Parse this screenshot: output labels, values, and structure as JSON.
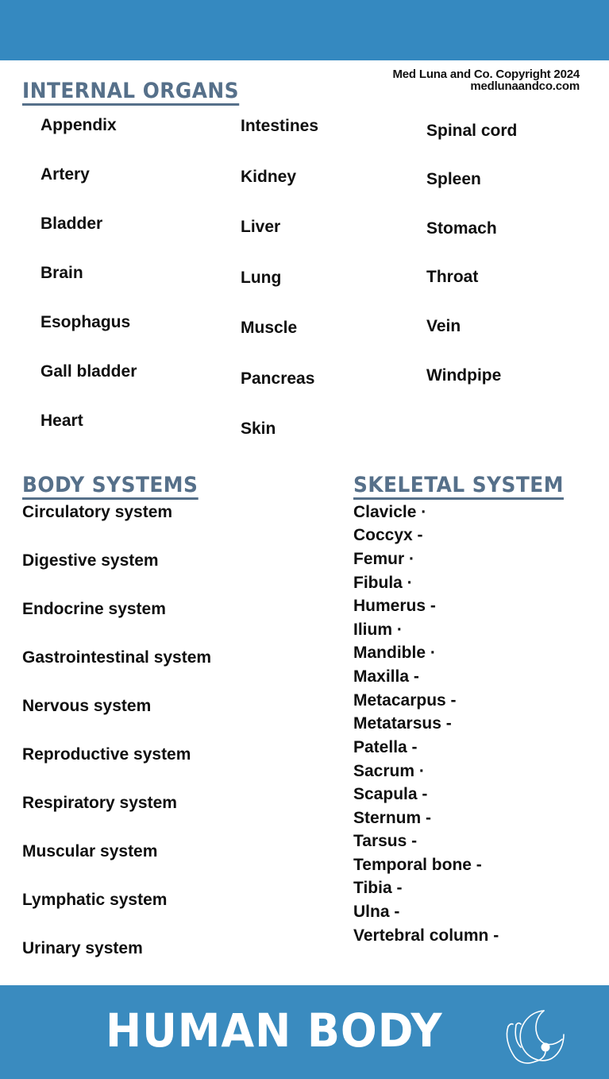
{
  "header": {
    "banner_color": "#3589c0",
    "copyright_line1": "Med Luna and Co. Copyright 2024",
    "copyright_line2": "medlunaandco.com"
  },
  "internal_organs": {
    "title": "INTERNAL ORGANS",
    "columns": [
      [
        "Appendix",
        "Artery",
        "Bladder",
        "Brain",
        "Esophagus",
        "Gall bladder",
        "Heart"
      ],
      [
        "Intestines",
        "Kidney",
        "Liver",
        "Lung",
        "Muscle",
        "Pancreas",
        "Skin"
      ],
      [
        "Spinal cord",
        "Spleen",
        "Stomach",
        "Throat",
        "Vein",
        "Windpipe"
      ]
    ]
  },
  "body_systems": {
    "title": "BODY SYSTEMS",
    "items": [
      "Circulatory system",
      "Digestive system",
      "Endocrine system",
      "Gastrointestinal system",
      "Nervous system",
      "Reproductive system",
      "Respiratory system",
      "Muscular system",
      "Lymphatic system",
      "Urinary system"
    ]
  },
  "skeletal_system": {
    "title": "SKELETAL SYSTEM",
    "items": [
      "Clavicle ·",
      "Coccyx -",
      "Femur ·",
      "Fibula ·",
      "Humerus -",
      "Ilium ·",
      "Mandible ·",
      "Maxilla -",
      "Metacarpus -",
      "Metatarsus -",
      "Patella -",
      "Sacrum ·",
      "Scapula -",
      "Sternum -",
      "Tarsus -",
      "Temporal bone -",
      "Tibia -",
      "Ulna -",
      "Vertebral column -"
    ]
  },
  "footer": {
    "title": "HUMAN BODY",
    "banner_color": "#3a8bbf",
    "logo_icon": "moon-stethoscope-logo"
  },
  "colors": {
    "heading": "#56708a",
    "text": "#0f0f0f"
  }
}
